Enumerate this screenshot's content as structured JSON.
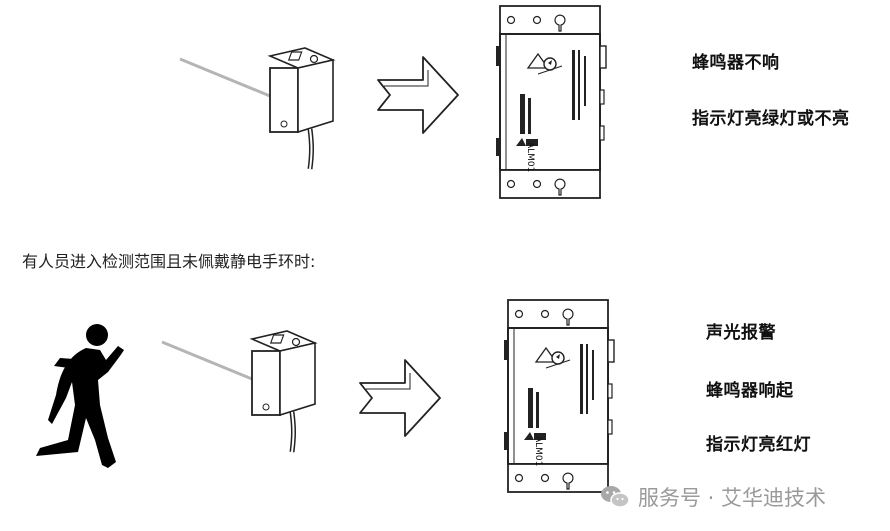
{
  "top_scene": {
    "status_1": "蜂鸣器不响",
    "status_2": "指示灯亮绿灯或不亮",
    "device_model": "ALM01"
  },
  "caption": "有人员进入检测范围且未佩戴静电手环时:",
  "bottom_scene": {
    "status_1": "声光报警",
    "status_2": "蜂鸣器响起",
    "status_3": "指示灯亮红灯",
    "device_model": "ALM01"
  },
  "watermark": {
    "text": "服务号 · 艾华迪技术",
    "icon": "wechat-icon"
  },
  "colors": {
    "ink": "#111111",
    "line": "#222222",
    "beam": "#b5b5b5",
    "watermark": "#9a9a9a"
  }
}
